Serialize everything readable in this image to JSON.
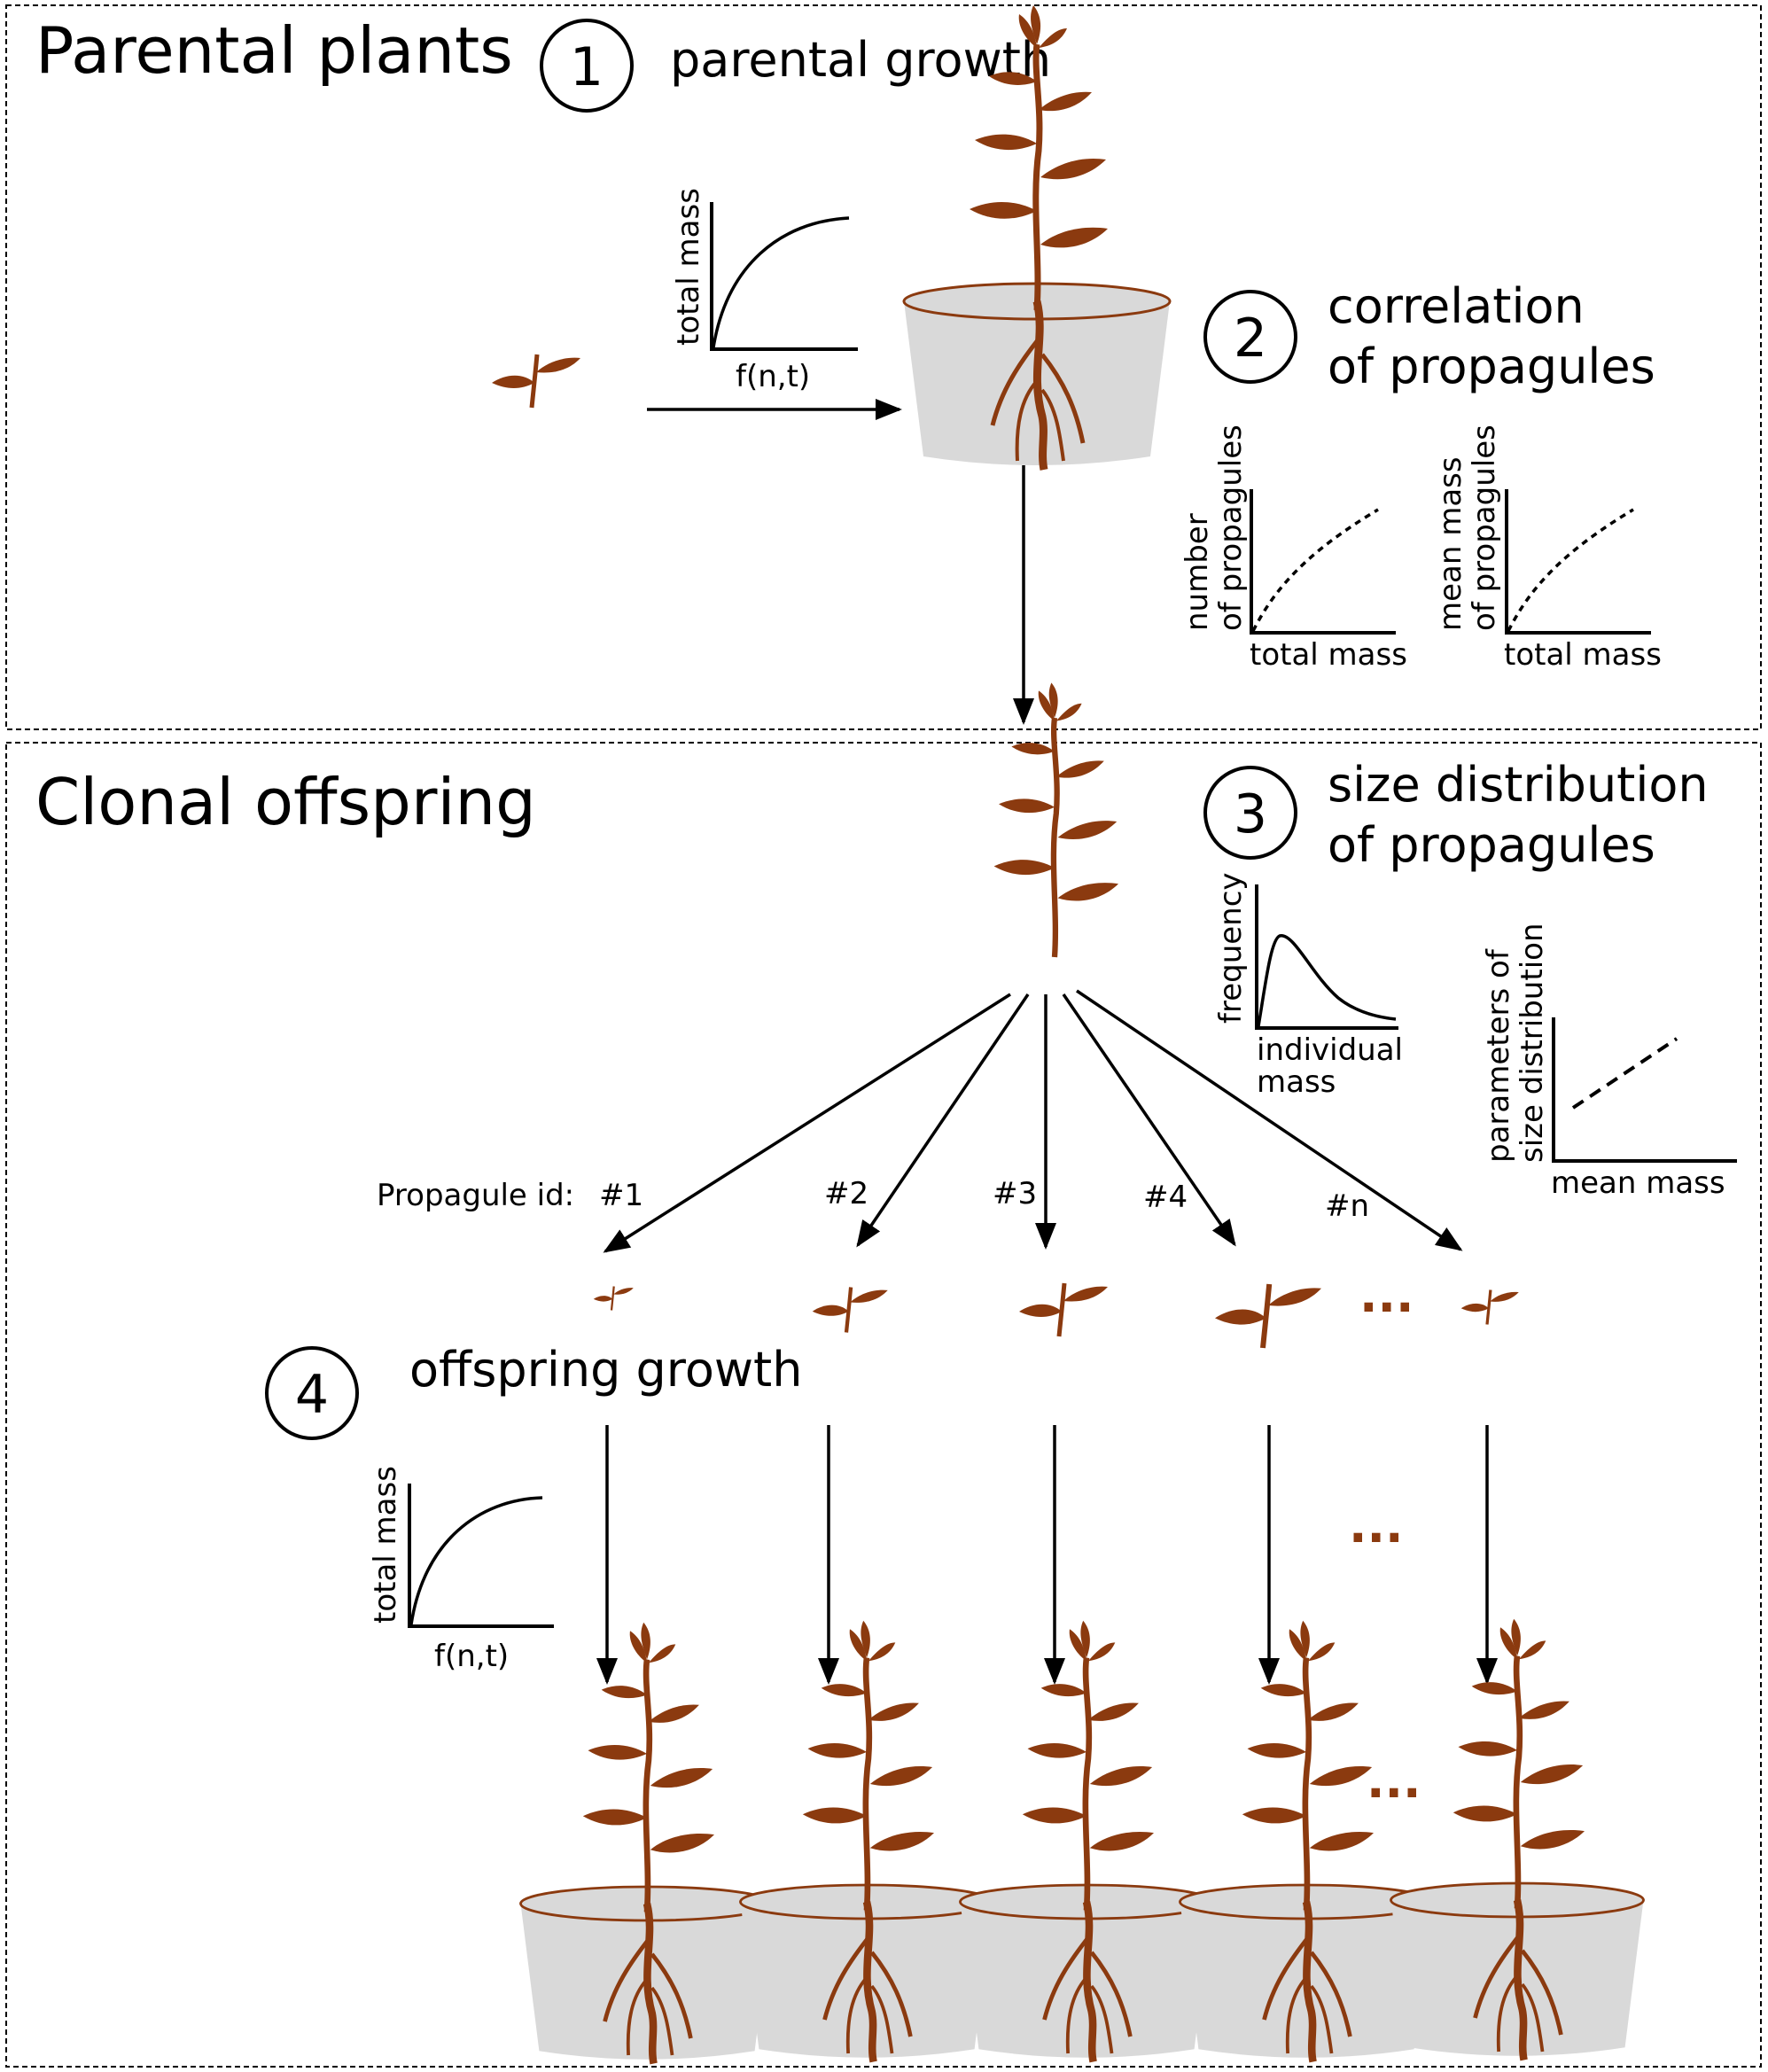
{
  "panels": {
    "parental": {
      "title": "Parental plants"
    },
    "clonal": {
      "title": "Clonal offspring"
    }
  },
  "steps": [
    {
      "number": "1",
      "label": "parental growth"
    },
    {
      "number": "2",
      "label_line1": "correlation",
      "label_line2": "of propagules"
    },
    {
      "number": "3",
      "label_line1": "size distribution",
      "label_line2": "of propagules"
    },
    {
      "number": "4",
      "label": "offspring growth"
    }
  ],
  "charts": {
    "parental_growth": {
      "type": "line",
      "ylabel": "total mass",
      "xlabel": "f(n,t)",
      "shape": "saturating"
    },
    "number_propagules": {
      "type": "line",
      "ylabel_line1": "number",
      "ylabel_line2": "of propagules",
      "xlabel": "total mass",
      "shape": "concave-increasing",
      "style": "dotted"
    },
    "mean_mass_propagules": {
      "type": "line",
      "ylabel_line1": "mean mass",
      "ylabel_line2": "of propagules",
      "xlabel": "total mass",
      "shape": "concave-increasing",
      "style": "dotted"
    },
    "size_distribution": {
      "type": "line",
      "ylabel": "frequency",
      "xlabel_line1": "individual",
      "xlabel_line2": "mass",
      "shape": "right-skewed"
    },
    "distribution_parameters": {
      "type": "line",
      "ylabel_line1": "parameters of",
      "ylabel_line2": "size distribution",
      "xlabel": "mean mass",
      "shape": "linear",
      "style": "dashed"
    },
    "offspring_growth": {
      "type": "line",
      "ylabel": "total mass",
      "xlabel": "f(n,t)",
      "shape": "saturating"
    }
  },
  "propagules": {
    "id_prefix": "Propagule id:",
    "ids": [
      "#1",
      "#2",
      "#3",
      "#4",
      "#n"
    ],
    "ellipsis": "..."
  },
  "colors": {
    "plant": "#8b3a0f",
    "pot": "#d9d9d9",
    "line": "#000000"
  }
}
